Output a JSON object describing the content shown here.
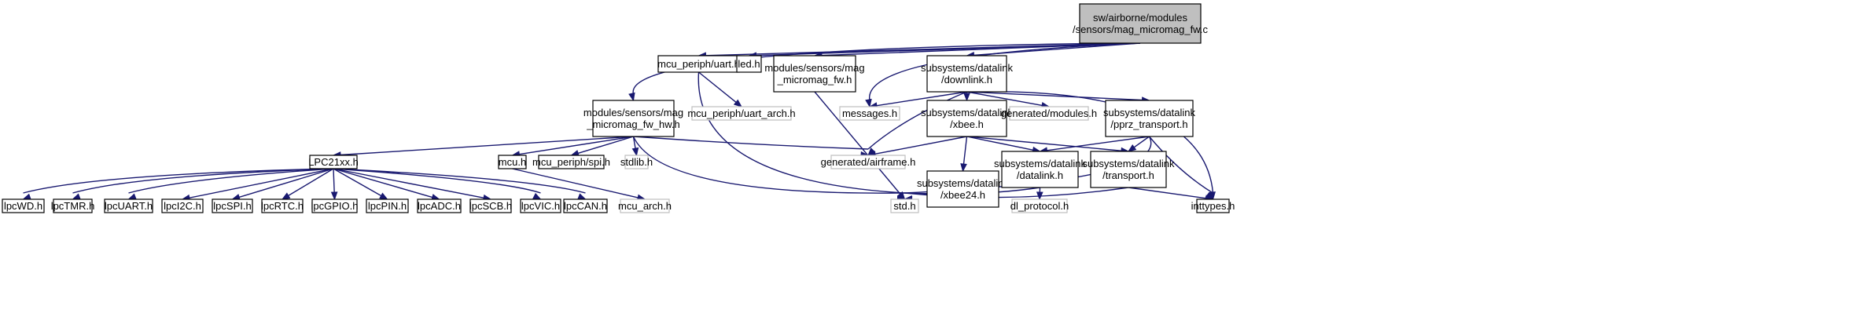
{
  "colors": {
    "edge": "#191970",
    "node_border": "#000000",
    "missing_border": "#bfbfbf",
    "root_fill": "#bfbfbf",
    "node_fill": "#ffffff",
    "text": "#000000"
  },
  "nodes": {
    "root": {
      "lines": [
        "sw/airborne/modules",
        "/sensors/mag_micromag_fw.c"
      ],
      "kind": "root"
    },
    "uart": {
      "lines": [
        "mcu_periph/uart.h"
      ],
      "kind": "normal"
    },
    "led": {
      "lines": [
        "led.h"
      ],
      "kind": "normal"
    },
    "magfwh": {
      "lines": [
        "modules/sensors/mag",
        "_micromag_fw.h"
      ],
      "kind": "normal"
    },
    "downlink": {
      "lines": [
        "subsystems/datalink",
        "/downlink.h"
      ],
      "kind": "normal"
    },
    "magfwhw": {
      "lines": [
        "modules/sensors/mag",
        "_micromag_fw_hw.h"
      ],
      "kind": "normal"
    },
    "uartarch": {
      "lines": [
        "mcu_periph/uart_arch.h"
      ],
      "kind": "missing"
    },
    "messages": {
      "lines": [
        "messages.h"
      ],
      "kind": "missing"
    },
    "xbee": {
      "lines": [
        "subsystems/datalink",
        "/xbee.h"
      ],
      "kind": "normal"
    },
    "genmodules": {
      "lines": [
        "generated/modules.h"
      ],
      "kind": "missing"
    },
    "pprz": {
      "lines": [
        "subsystems/datalink",
        "/pprz_transport.h"
      ],
      "kind": "normal"
    },
    "lpc21xx": {
      "lines": [
        "LPC21xx.h"
      ],
      "kind": "normal"
    },
    "mcu": {
      "lines": [
        "mcu.h"
      ],
      "kind": "normal"
    },
    "spi": {
      "lines": [
        "mcu_periph/spi.h"
      ],
      "kind": "normal"
    },
    "stdlib": {
      "lines": [
        "stdlib.h"
      ],
      "kind": "missing"
    },
    "airframe": {
      "lines": [
        "generated/airframe.h"
      ],
      "kind": "missing"
    },
    "xbee24": {
      "lines": [
        "subsystems/datalink",
        "/xbee24.h"
      ],
      "kind": "normal"
    },
    "datalink": {
      "lines": [
        "subsystems/datalink",
        "/datalink.h"
      ],
      "kind": "normal"
    },
    "transport": {
      "lines": [
        "subsystems/datalink",
        "/transport.h"
      ],
      "kind": "normal"
    },
    "lpcwd": {
      "lines": [
        "lpcWD.h"
      ],
      "kind": "normal"
    },
    "lpctmr": {
      "lines": [
        "lpcTMR.h"
      ],
      "kind": "normal"
    },
    "lpcuart": {
      "lines": [
        "lpcUART.h"
      ],
      "kind": "normal"
    },
    "lpci2c": {
      "lines": [
        "lpcI2C.h"
      ],
      "kind": "normal"
    },
    "lpcspi": {
      "lines": [
        "lpcSPI.h"
      ],
      "kind": "normal"
    },
    "lpcrtc": {
      "lines": [
        "lpcRTC.h"
      ],
      "kind": "normal"
    },
    "lpcgpio": {
      "lines": [
        "lpcGPIO.h"
      ],
      "kind": "normal"
    },
    "lpcpin": {
      "lines": [
        "lpcPIN.h"
      ],
      "kind": "normal"
    },
    "lpcadc": {
      "lines": [
        "lpcADC.h"
      ],
      "kind": "normal"
    },
    "lpcscb": {
      "lines": [
        "lpcSCB.h"
      ],
      "kind": "normal"
    },
    "lpcvic": {
      "lines": [
        "lpcVIC.h"
      ],
      "kind": "normal"
    },
    "lpccan": {
      "lines": [
        "lpcCAN.h"
      ],
      "kind": "normal"
    },
    "mcuarch": {
      "lines": [
        "mcu_arch.h"
      ],
      "kind": "missing"
    },
    "std": {
      "lines": [
        "std.h"
      ],
      "kind": "missing"
    },
    "dlprotocol": {
      "lines": [
        "dl_protocol.h"
      ],
      "kind": "missing"
    },
    "inttypes": {
      "lines": [
        "inttypes.h"
      ],
      "kind": "normal"
    }
  },
  "edges": [
    [
      "root",
      "uart"
    ],
    [
      "root",
      "led"
    ],
    [
      "root",
      "magfwh"
    ],
    [
      "root",
      "downlink"
    ],
    [
      "root",
      "magfwhw"
    ],
    [
      "root",
      "messages"
    ],
    [
      "uart",
      "uartarch"
    ],
    [
      "uart",
      "std"
    ],
    [
      "magfwh",
      "std"
    ],
    [
      "downlink",
      "messages"
    ],
    [
      "downlink",
      "xbee"
    ],
    [
      "downlink",
      "genmodules"
    ],
    [
      "downlink",
      "pprz"
    ],
    [
      "downlink",
      "airframe"
    ],
    [
      "downlink",
      "inttypes"
    ],
    [
      "magfwhw",
      "lpc21xx"
    ],
    [
      "magfwhw",
      "mcu"
    ],
    [
      "magfwhw",
      "spi"
    ],
    [
      "magfwhw",
      "stdlib"
    ],
    [
      "magfwhw",
      "airframe"
    ],
    [
      "magfwhw",
      "std"
    ],
    [
      "xbee",
      "airframe"
    ],
    [
      "xbee",
      "xbee24"
    ],
    [
      "xbee",
      "datalink"
    ],
    [
      "xbee",
      "transport"
    ],
    [
      "pprz",
      "datalink"
    ],
    [
      "pprz",
      "transport"
    ],
    [
      "pprz",
      "std"
    ],
    [
      "pprz",
      "inttypes"
    ],
    [
      "mcu",
      "mcuarch"
    ],
    [
      "datalink",
      "std"
    ],
    [
      "datalink",
      "dlprotocol"
    ],
    [
      "transport",
      "std"
    ],
    [
      "transport",
      "inttypes"
    ],
    [
      "lpc21xx",
      "lpcwd"
    ],
    [
      "lpc21xx",
      "lpctmr"
    ],
    [
      "lpc21xx",
      "lpcuart"
    ],
    [
      "lpc21xx",
      "lpci2c"
    ],
    [
      "lpc21xx",
      "lpcspi"
    ],
    [
      "lpc21xx",
      "lpcrtc"
    ],
    [
      "lpc21xx",
      "lpcgpio"
    ],
    [
      "lpc21xx",
      "lpcpin"
    ],
    [
      "lpc21xx",
      "lpcadc"
    ],
    [
      "lpc21xx",
      "lpcscb"
    ],
    [
      "lpc21xx",
      "lpcvic"
    ],
    [
      "lpc21xx",
      "lpccan"
    ]
  ]
}
